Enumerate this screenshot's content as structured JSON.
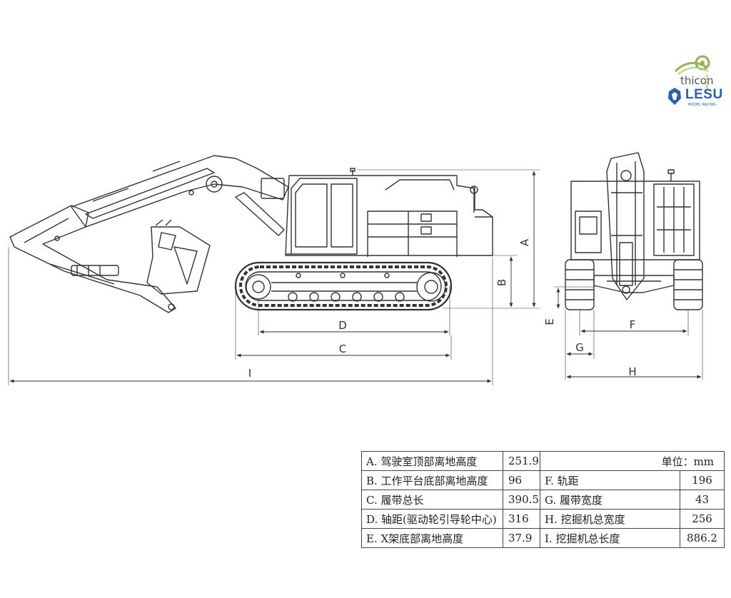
{
  "brand": {
    "thicon": "thicon",
    "thicon_sub": "models",
    "lesu": "LESU",
    "lesu_sub": "MODEL RACING"
  },
  "dimension_labels": {
    "A": "A",
    "B": "B",
    "C": "C",
    "D": "D",
    "E": "E",
    "F": "F",
    "G": "G",
    "H": "H",
    "I": "I"
  },
  "spec_table": {
    "unit_label": "单位：mm",
    "rows": [
      {
        "left_label": "A. 驾驶室顶部离地高度",
        "left_value": "251.9",
        "right_label": "",
        "right_value": ""
      },
      {
        "left_label": "B. 工作平台底部离地高度",
        "left_value": "96",
        "right_label": "F. 轨距",
        "right_value": "196"
      },
      {
        "left_label": "C. 履带总长",
        "left_value": "390.5",
        "right_label": "G. 履带宽度",
        "right_value": "43"
      },
      {
        "left_label": "D. 轴距(驱动轮引导轮中心)",
        "left_value": "316",
        "right_label": "H. 挖掘机总宽度",
        "right_value": "256"
      },
      {
        "left_label": "E. X架底部离地高度",
        "left_value": "37.9",
        "right_label": "I. 挖掘机总长度",
        "right_value": "886.2"
      }
    ]
  },
  "colors": {
    "line": "#333333",
    "thicon_green": "#8fb54a",
    "lesu_blue": "#2b5fa6"
  }
}
